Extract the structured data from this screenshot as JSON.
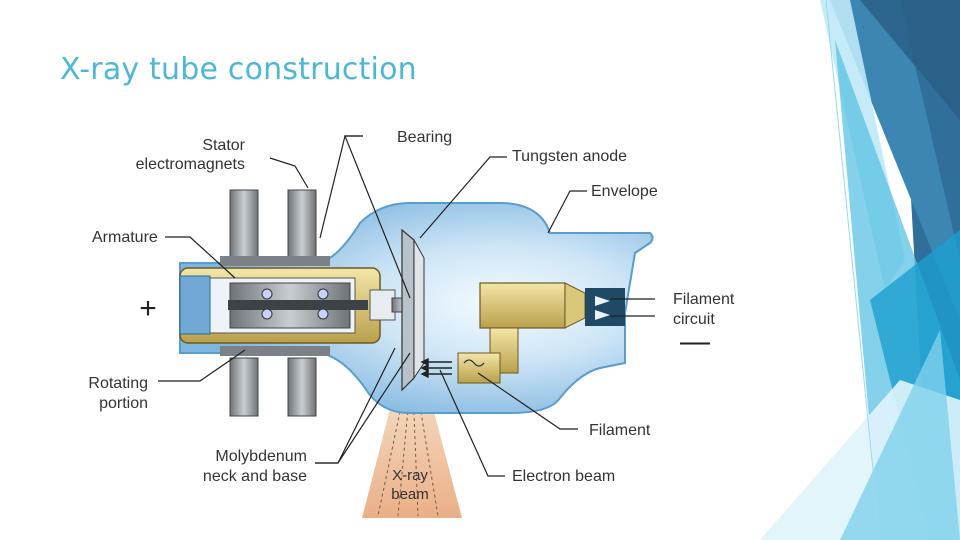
{
  "slide": {
    "title": "X-ray tube construction"
  },
  "diagram": {
    "labels": {
      "stator_line1": "Stator",
      "stator_line2": "electromagnets",
      "bearing": "Bearing",
      "tungsten_anode": "Tungsten anode",
      "envelope": "Envelope",
      "armature": "Armature",
      "filament_circuit_line1": "Filament",
      "filament_circuit_line2": "circuit",
      "rotating_line1": "Rotating",
      "rotating_line2": "portion",
      "filament": "Filament",
      "molybdenum_line1": "Molybdenum",
      "molybdenum_line2": "neck and base",
      "xray_beam_line1": "X-ray",
      "xray_beam_line2": "beam",
      "electron_beam": "Electron beam",
      "anode_sign": "+",
      "cathode_sign": "—"
    }
  },
  "colors": {
    "accent_title": "#4fb6d4",
    "envelope": "#8fc3e8",
    "deco_dark": "#2f79a6",
    "deco_light": "#a9dff2"
  }
}
